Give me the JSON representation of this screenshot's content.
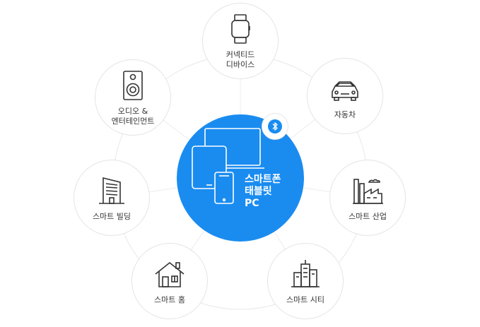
{
  "center": {
    "label": "스마트폰\n태블릿\nPC",
    "color": "#1a8cf0",
    "icons": [
      "laptop-icon",
      "tablet-icon",
      "smartphone-icon",
      "bluetooth-icon"
    ]
  },
  "nodes": [
    {
      "id": "connected-devices",
      "label": "커넥티드\n디바이스",
      "icon": "smartwatch-icon"
    },
    {
      "id": "automotive",
      "label": "자동차",
      "icon": "car-icon"
    },
    {
      "id": "smart-industry",
      "label": "스마트 산업",
      "icon": "factory-icon"
    },
    {
      "id": "smart-city",
      "label": "스마트 시티",
      "icon": "city-icon"
    },
    {
      "id": "smart-home",
      "label": "스마트 홈",
      "icon": "house-icon"
    },
    {
      "id": "smart-building",
      "label": "스마트 빌딩",
      "icon": "building-icon"
    },
    {
      "id": "audio-entertainment",
      "label": "오디오 &\n엔터테인먼트",
      "icon": "speaker-icon"
    }
  ]
}
